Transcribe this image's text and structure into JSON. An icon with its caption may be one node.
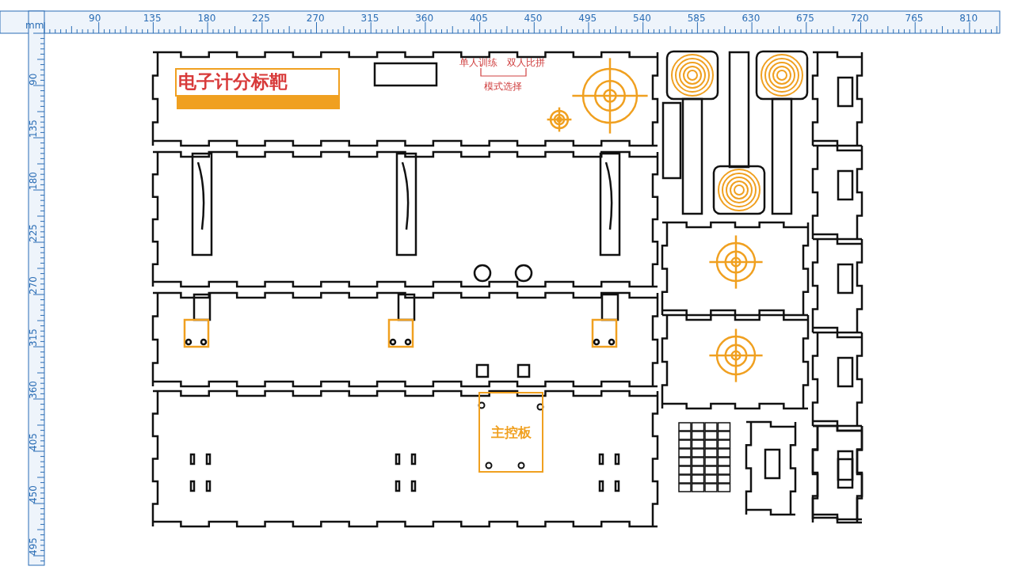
{
  "diagram": {
    "nodes": [
      {
        "text": [
          "电子计分标靶"
        ]
      },
      {
        "text": [
          "主控板"
        ]
      }
    ],
    "edges": [],
    "labels": [
      "mm",
      "90",
      "135",
      "180",
      "225",
      "270",
      "315",
      "360",
      "405",
      "450",
      "495",
      "540",
      "585",
      "630",
      "675",
      "720",
      "765",
      "810",
      "90",
      "135",
      "180",
      "225",
      "270",
      "315",
      "360",
      "405",
      "450",
      "495",
      "单人训练",
      "双人比拼",
      "模式选择"
    ]
  }
}
